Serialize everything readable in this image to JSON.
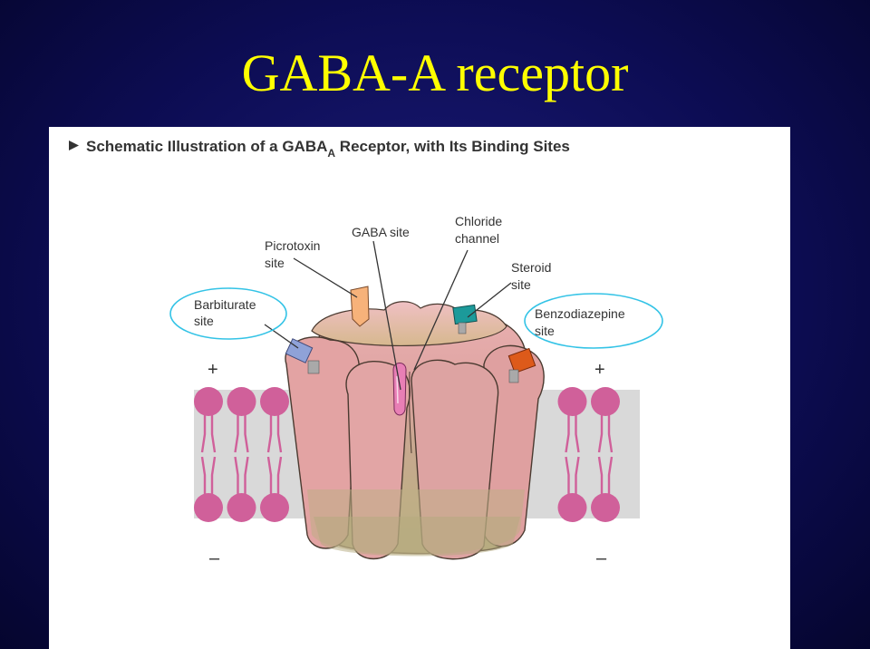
{
  "slide": {
    "title": "GABA-A receptor"
  },
  "figure": {
    "caption": {
      "prefix": "Schematic Illustration of a GABA",
      "subscript": "A",
      "suffix": " Receptor, with Its Binding Sites"
    },
    "labels": {
      "gaba_site": "GABA site",
      "chloride_line1": "Chloride",
      "chloride_line2": "channel",
      "picrotoxin_line1": "Picrotoxin",
      "picrotoxin_line2": "site",
      "steroid_line1": "Steroid",
      "steroid_line2": "site",
      "barbiturate_line1": "Barbiturate",
      "barbiturate_line2": "site",
      "benzodiazepine_line1": "Benzodiazepine",
      "benzodiazepine_line2": "site"
    },
    "charges": {
      "plus": "+",
      "minus": "–"
    },
    "colors": {
      "highlight_ring": "#33c3e6",
      "picrotoxin": "#f7b27a",
      "steroid": "#1c9a9a",
      "barbiturate": "#8fa2d8",
      "benzodiazepine": "#dd5a1a",
      "gaba": "#e87fb5",
      "lipid_head": "#d0609a",
      "receptor": "#e3a3a3"
    }
  }
}
